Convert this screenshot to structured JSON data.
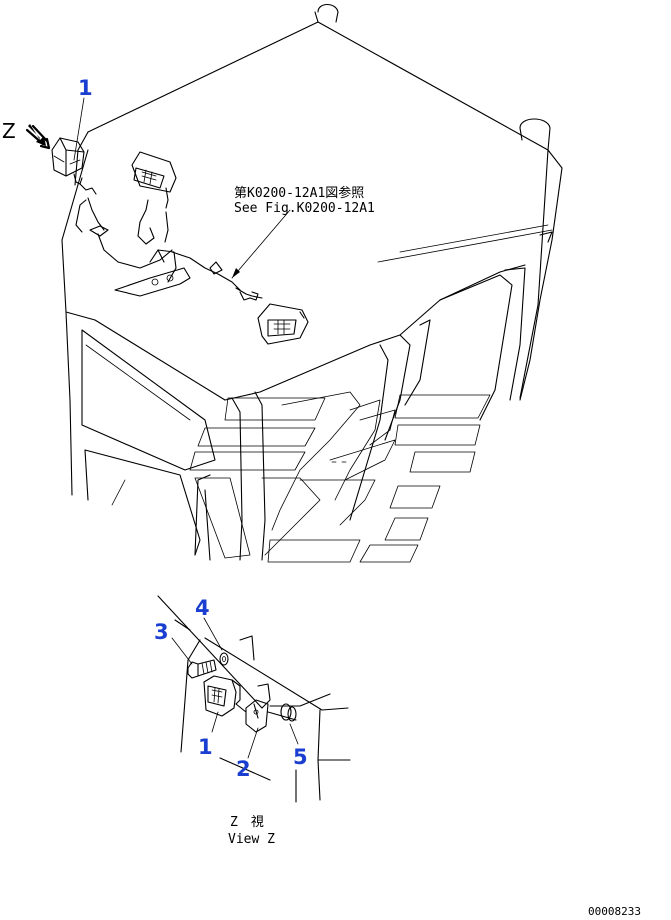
{
  "callouts": {
    "top_1": "1",
    "detail_1": "1",
    "detail_2": "2",
    "detail_3": "3",
    "detail_4": "4",
    "detail_5": "5"
  },
  "view_marker": "Z",
  "reference_note": {
    "japanese": "第K0200-12A1図参照",
    "english": "See Fig.K0200-12A1"
  },
  "view_caption": {
    "japanese": "Z　視",
    "english": "View Z"
  },
  "drawing_number": "00008233",
  "colors": {
    "callout": "#1a3fd0",
    "line": "#000000",
    "background": "#ffffff"
  }
}
